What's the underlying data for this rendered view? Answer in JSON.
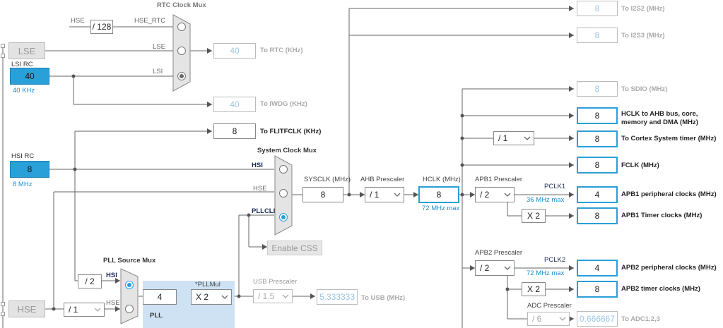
{
  "rtc_mux": {
    "title": "RTC Clock Mux",
    "in_hse_rtc": "HSE_RTC",
    "in_lse": "LSE",
    "in_lsi": "LSI",
    "hse_label": "HSE",
    "hse_div": "/ 128"
  },
  "lse": {
    "label": "LSE"
  },
  "lsi": {
    "title": "LSI RC",
    "value": "40",
    "freq": "40 KHz"
  },
  "rtc_out": {
    "value": "40",
    "label": "To RTC (KHz)"
  },
  "iwdg_out": {
    "value": "40",
    "label": "To IWDG (KHz)"
  },
  "flit_out": {
    "value": "8",
    "label": "To FLITFCLK (KHz)"
  },
  "hsi": {
    "title": "HSI RC",
    "value": "8",
    "freq": "8 MHz"
  },
  "sys_mux": {
    "title": "System Clock Mux",
    "in_hsi": "HSI",
    "in_hse": "HSE",
    "in_pll": "PLLCLK"
  },
  "sysclk": {
    "label": "SYSCLK (MHz)",
    "value": "8"
  },
  "ahb": {
    "label": "AHB Prescaler",
    "value": "/ 1"
  },
  "hclk": {
    "label": "HCLK (MHz)",
    "value": "8",
    "max": "72 MHz max"
  },
  "enable_css": "Enable CSS",
  "i2s2": {
    "value": "8",
    "label": "To I2S2 (MHz)"
  },
  "i2s3": {
    "value": "8",
    "label": "To I2S3 (MHz)"
  },
  "sdio": {
    "value": "8",
    "label": "To SDIO (MHz)"
  },
  "hclk_out": {
    "value": "8",
    "label": "HCLK to AHB bus, core,",
    "label2": "memory and DMA (MHz)"
  },
  "cortex": {
    "div": "/ 1",
    "value": "8",
    "label": "To Cortex System timer (MHz)"
  },
  "fclk": {
    "value": "8",
    "label": "FCLK (MHz)"
  },
  "apb1": {
    "label": "APB1 Prescaler",
    "value": "/ 2",
    "pclk": "PCLK1",
    "max": "36 MHz max",
    "periph_value": "4",
    "periph_label": "APB1 peripheral clocks (MHz)",
    "timer_mult": "X 2",
    "timer_value": "8",
    "timer_label": "APB1 Timer clocks (MHz)"
  },
  "apb2": {
    "label": "APB2 Prescaler",
    "value": "/ 2",
    "pclk": "PCLK2",
    "max": "72 MHz max",
    "periph_value": "4",
    "periph_label": "APB2 peripheral clocks (MHz)",
    "timer_mult": "X 2",
    "timer_value": "8",
    "timer_label": "APB2 timer clocks (MHz)"
  },
  "adc": {
    "label": "ADC Prescaler",
    "value": "/ 6",
    "out_value": "0.666667",
    "out_label": "To ADC1,2,3"
  },
  "pll_src": {
    "title": "PLL Source Mux",
    "hsi_div": "/ 2",
    "in_hsi": "HSI",
    "in_hse": "HSE"
  },
  "pll": {
    "value": "4",
    "label": "PLL",
    "mul_label": "*PLLMul",
    "mul": "X 2"
  },
  "usb": {
    "label": "USB Prescaler",
    "value": "/ 1.5",
    "out_value": "5.333333",
    "out_label": "To USB (MHz)"
  },
  "hse": {
    "label": "HSE",
    "div": "/ 1"
  }
}
